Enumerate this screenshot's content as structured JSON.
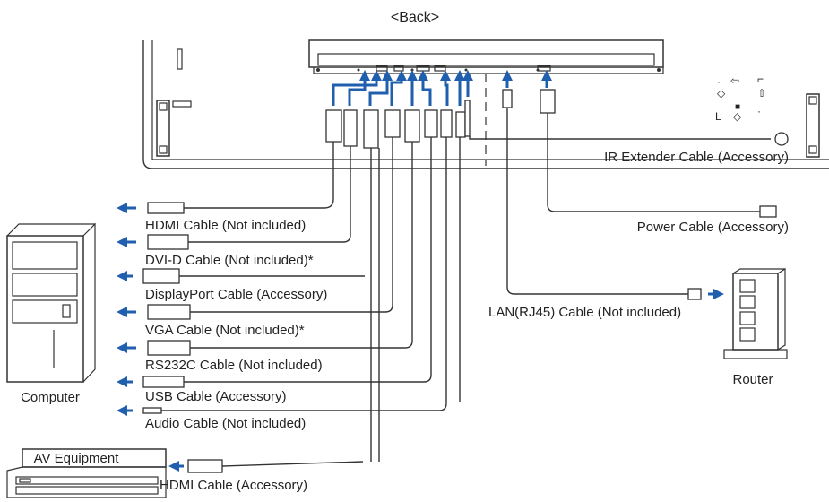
{
  "diagram": {
    "title": "<Back>",
    "computer_label": "Computer",
    "router_label": "Router",
    "av_label": "AV Equipment",
    "cables": {
      "hdmi": "HDMI Cable (Not included)",
      "dvi": "DVI-D Cable (Not included)*",
      "dp": "DisplayPort Cable (Accessory)",
      "vga": "VGA Cable (Not included)*",
      "rs232c": "RS232C Cable (Not included)",
      "usb": "USB Cable (Accessory)",
      "audio": "Audio Cable (Not included)",
      "av_hdmi": "HDMI Cable (Accessory)",
      "ir": "IR Extender Cable (Accessory)",
      "power": "Power Cable (Accessory)",
      "lan": "LAN(RJ45) Cable (Not included)"
    },
    "colors": {
      "accent": "#1f5fae",
      "line": "#333333"
    }
  }
}
